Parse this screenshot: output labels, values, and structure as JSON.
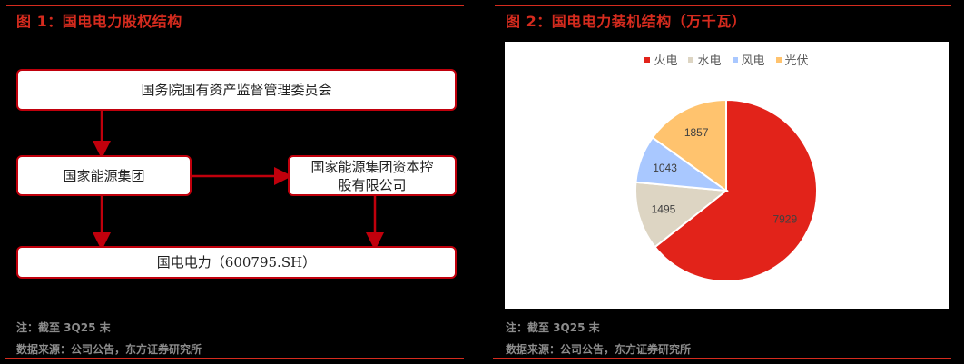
{
  "left_panel": {
    "title": "图 1：国电电力股权结构",
    "boxes": {
      "sasac": "国务院国有资产监督管理委员会",
      "group": "国家能源集团",
      "capital": "国家能源集团资本控股有限公司",
      "company": "国电电力（600795.SH）"
    },
    "note": "注：截至 3Q25 末",
    "source": "数据来源：公司公告，东方证券研究所"
  },
  "right_panel": {
    "title": "图 2：国电电力装机结构（万千瓦）",
    "note": "注：截至 3Q25 末",
    "source": "数据来源：公司公告，东方证券研究所"
  },
  "colors": {
    "accent": "#d52b1e",
    "arrow": "#c0000c",
    "thermal": "#e2231a",
    "hydro": "#ddd5c3",
    "wind": "#a9c8ff",
    "solar": "#ffc36e"
  },
  "chart_data": {
    "type": "pie",
    "title": "国电电力装机结构（万千瓦）",
    "categories": [
      "火电",
      "水电",
      "风电",
      "光伏"
    ],
    "values": [
      7929,
      1495,
      1043,
      1857
    ],
    "colors": [
      "#e2231a",
      "#ddd5c3",
      "#a9c8ff",
      "#ffc36e"
    ],
    "legend_position": "top",
    "labels_shown": true,
    "start_angle_deg": 0,
    "direction": "clockwise"
  }
}
